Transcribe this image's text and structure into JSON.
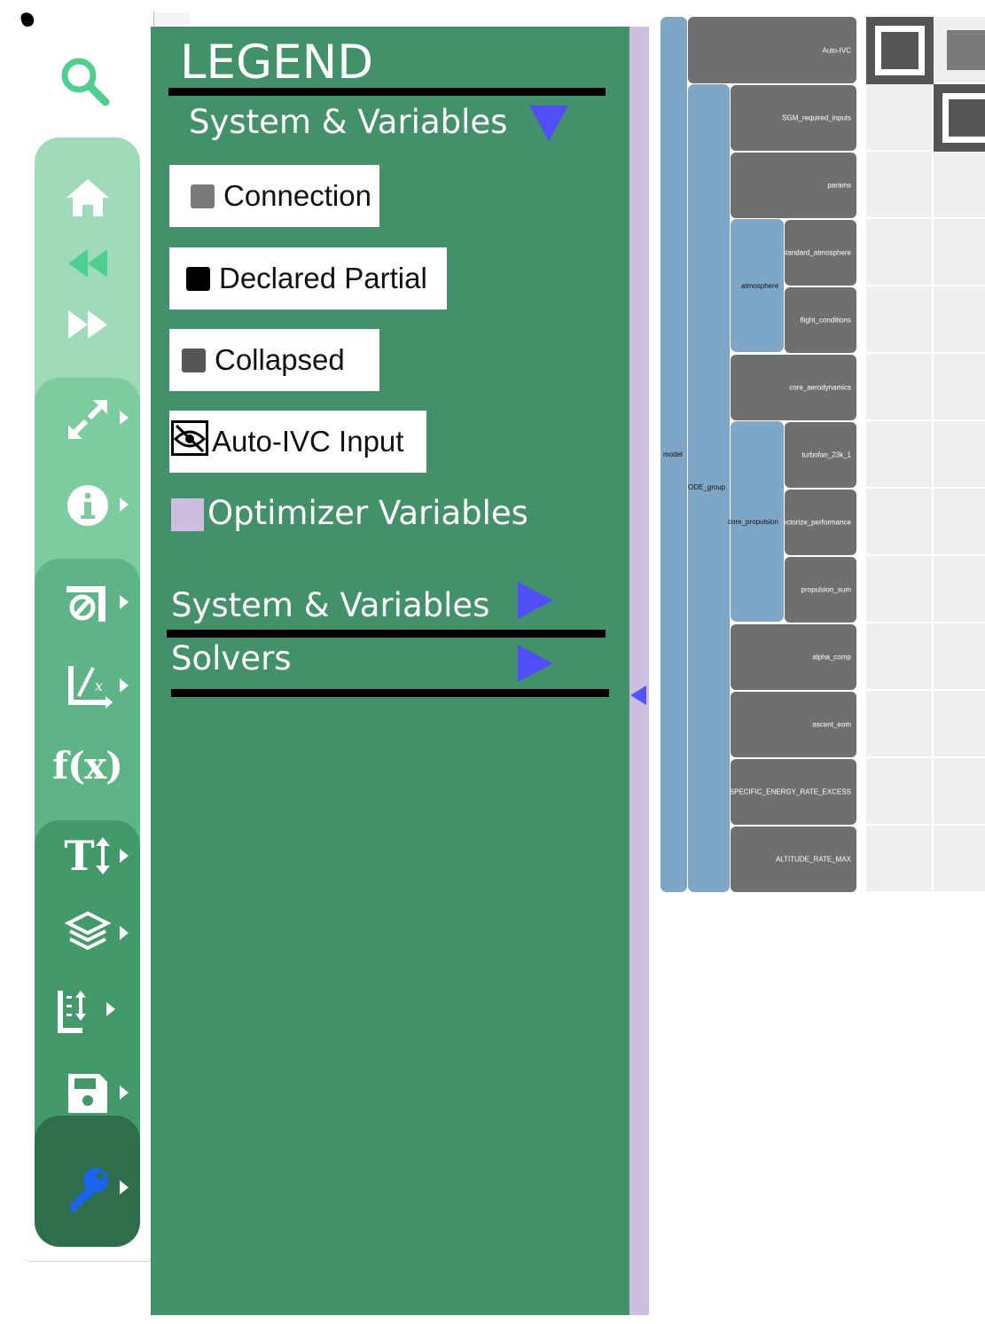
{
  "legend": {
    "title": "LEGEND",
    "section_expanded": "System & Variables",
    "items": [
      {
        "label": "Connection",
        "color": "#7a7a7a"
      },
      {
        "label": "Declared Partial",
        "color": "#000000"
      },
      {
        "label": "Collapsed",
        "color": "#555555"
      },
      {
        "label": "Auto-IVC Input",
        "icon": "eye-slash-icon"
      },
      {
        "label": "Optimizer Variables",
        "color": "#cdbde0"
      }
    ],
    "collapsed_sections": [
      {
        "label": "System & Variables"
      },
      {
        "label": "Solvers"
      }
    ]
  },
  "toolbar": {
    "icons": [
      "search-icon",
      "home-icon",
      "rewind-icon",
      "fast-forward-icon",
      "expand-icon",
      "info-icon",
      "hide-connection-icon",
      "linear-solver-icon",
      "function-icon",
      "text-size-icon",
      "layers-icon",
      "depth-icon",
      "save-icon",
      "key-icon"
    ],
    "fx_label": "f(x)",
    "text_label": "T",
    "active_color": "#1a64f0"
  },
  "diagram": {
    "hierarchy": [
      {
        "name": "model"
      },
      {
        "name": "ODE_group"
      },
      {
        "name": "atmosphere"
      },
      {
        "name": "core_propulsion"
      }
    ],
    "components": [
      {
        "name": "Auto-IVC"
      },
      {
        "name": "SGM_required_inputs"
      },
      {
        "name": "params"
      },
      {
        "name": "standard_atmosphere"
      },
      {
        "name": "flight_conditions"
      },
      {
        "name": "core_aerodynamics"
      },
      {
        "name": "turbofan_23k_1"
      },
      {
        "name": "vectorize_performance"
      },
      {
        "name": "propulsion_sum"
      },
      {
        "name": "alpha_comp"
      },
      {
        "name": "ascent_eom"
      },
      {
        "name": "SPECIFIC_ENERGY_RATE_EXCESS"
      },
      {
        "name": "ALTITUDE_RATE_MAX"
      }
    ]
  },
  "colors": {
    "legend_bg": "#43916b",
    "optimizer_strip": "#cdbde0",
    "arrow": "#4f4ff5",
    "hierarchy_node": "#7ea6c6",
    "component_node": "#6f6f6f"
  }
}
